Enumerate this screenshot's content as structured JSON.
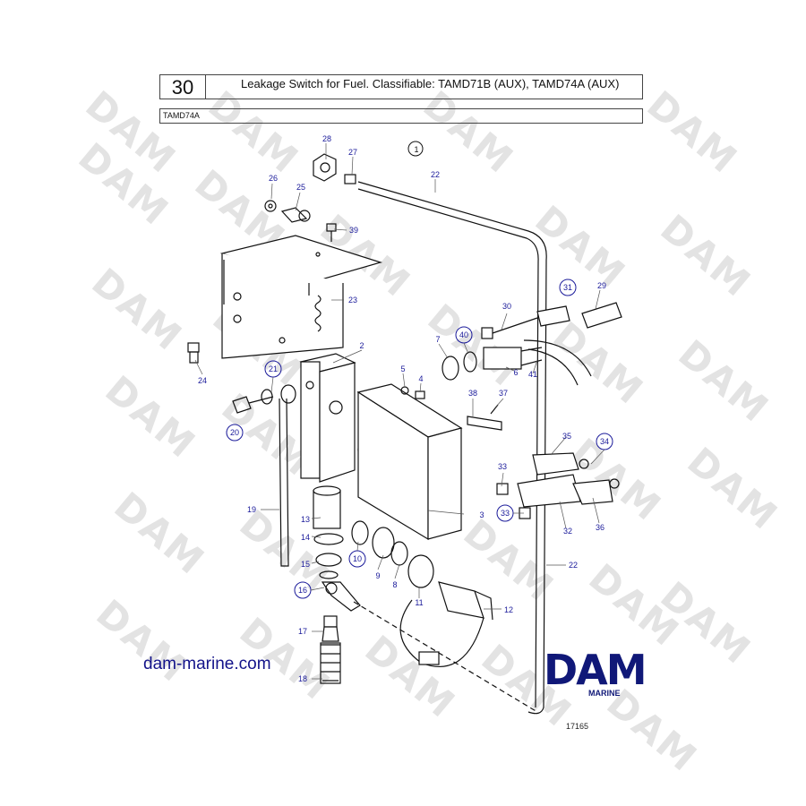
{
  "header": {
    "page_number": "30",
    "title": "Leakage Switch for Fuel. Classifiable: TAMD71B (AUX),  TAMD74A (AUX)",
    "model": "TAMD74A"
  },
  "watermark_text": "DAM",
  "callouts": [
    "1",
    "2",
    "3",
    "4",
    "5",
    "6",
    "7",
    "8",
    "9",
    "10",
    "11",
    "12",
    "13",
    "14",
    "15",
    "16",
    "17",
    "18",
    "19",
    "20",
    "21",
    "22",
    "22",
    "23",
    "24",
    "25",
    "26",
    "27",
    "28",
    "29",
    "30",
    "31",
    "32",
    "33",
    "33",
    "34",
    "35",
    "36",
    "37",
    "38",
    "39",
    "40",
    "41"
  ],
  "circled_callouts": [
    "1",
    "10",
    "16",
    "20",
    "21",
    "31",
    "33",
    "34",
    "40"
  ],
  "footer": {
    "website": "dam-marine.com",
    "logo_text": "DAM",
    "logo_subtext": "MARINE",
    "figure_number": "17165"
  },
  "colors": {
    "callout_text": "#1a1a9a",
    "logo": "#101878",
    "watermark": "#e3e3e3"
  }
}
